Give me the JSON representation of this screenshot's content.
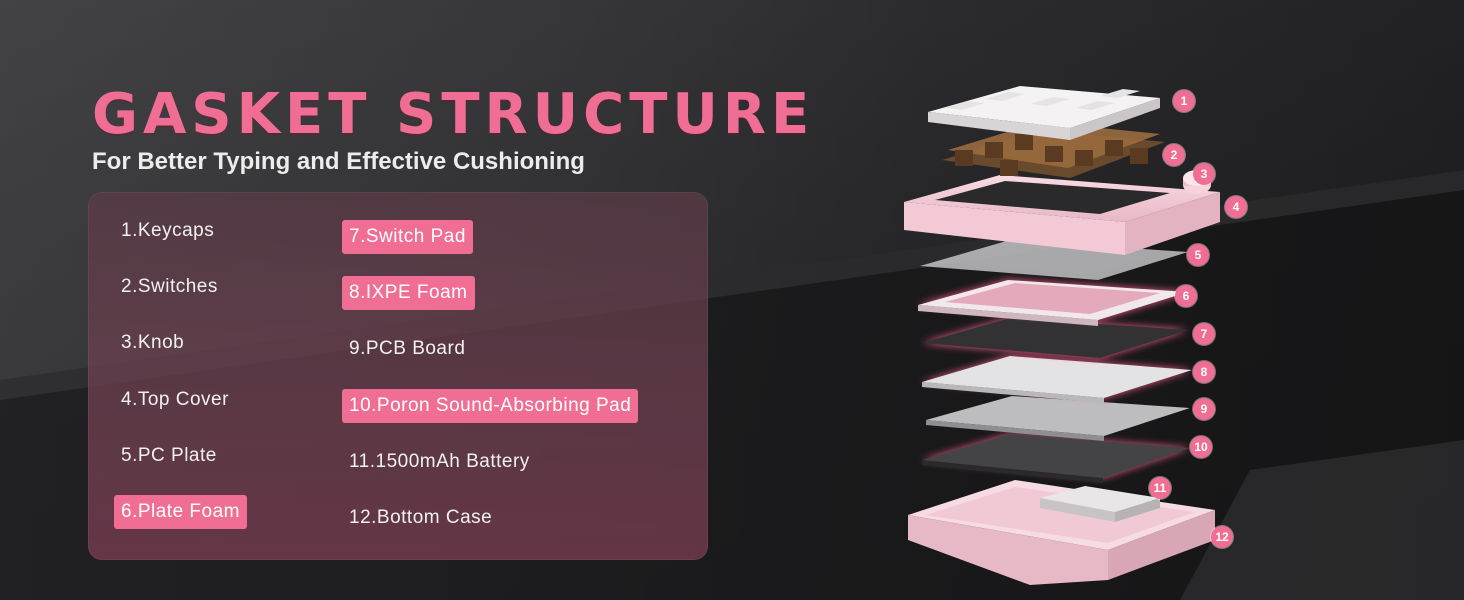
{
  "header": {
    "title": "GASKET STRUCTURE",
    "subtitle": "For Better Typing and Effective Cushioning"
  },
  "components": [
    {
      "label": "1.Keycaps",
      "highlighted": false
    },
    {
      "label": "2.Switches",
      "highlighted": false
    },
    {
      "label": "3.Knob",
      "highlighted": false
    },
    {
      "label": "4.Top Cover",
      "highlighted": false
    },
    {
      "label": "5.PC Plate",
      "highlighted": false
    },
    {
      "label": "6.Plate Foam",
      "highlighted": true
    },
    {
      "label": "7.Switch Pad",
      "highlighted": true
    },
    {
      "label": "8.IXPE Foam",
      "highlighted": true
    },
    {
      "label": "9.PCB Board",
      "highlighted": false
    },
    {
      "label": "10.Poron Sound-Absorbing Pad",
      "highlighted": true
    },
    {
      "label": "11.1500mAh Battery",
      "highlighted": false
    },
    {
      "label": "12.Bottom Case",
      "highlighted": false
    }
  ],
  "callouts": [
    "1",
    "2",
    "3",
    "4",
    "5",
    "6",
    "7",
    "8",
    "9",
    "10",
    "11",
    "12"
  ],
  "colors": {
    "accent": "#f06e93",
    "case_pink": "#f3cdd8",
    "background": "#2a2a2d",
    "text": "#f1f1f1"
  }
}
